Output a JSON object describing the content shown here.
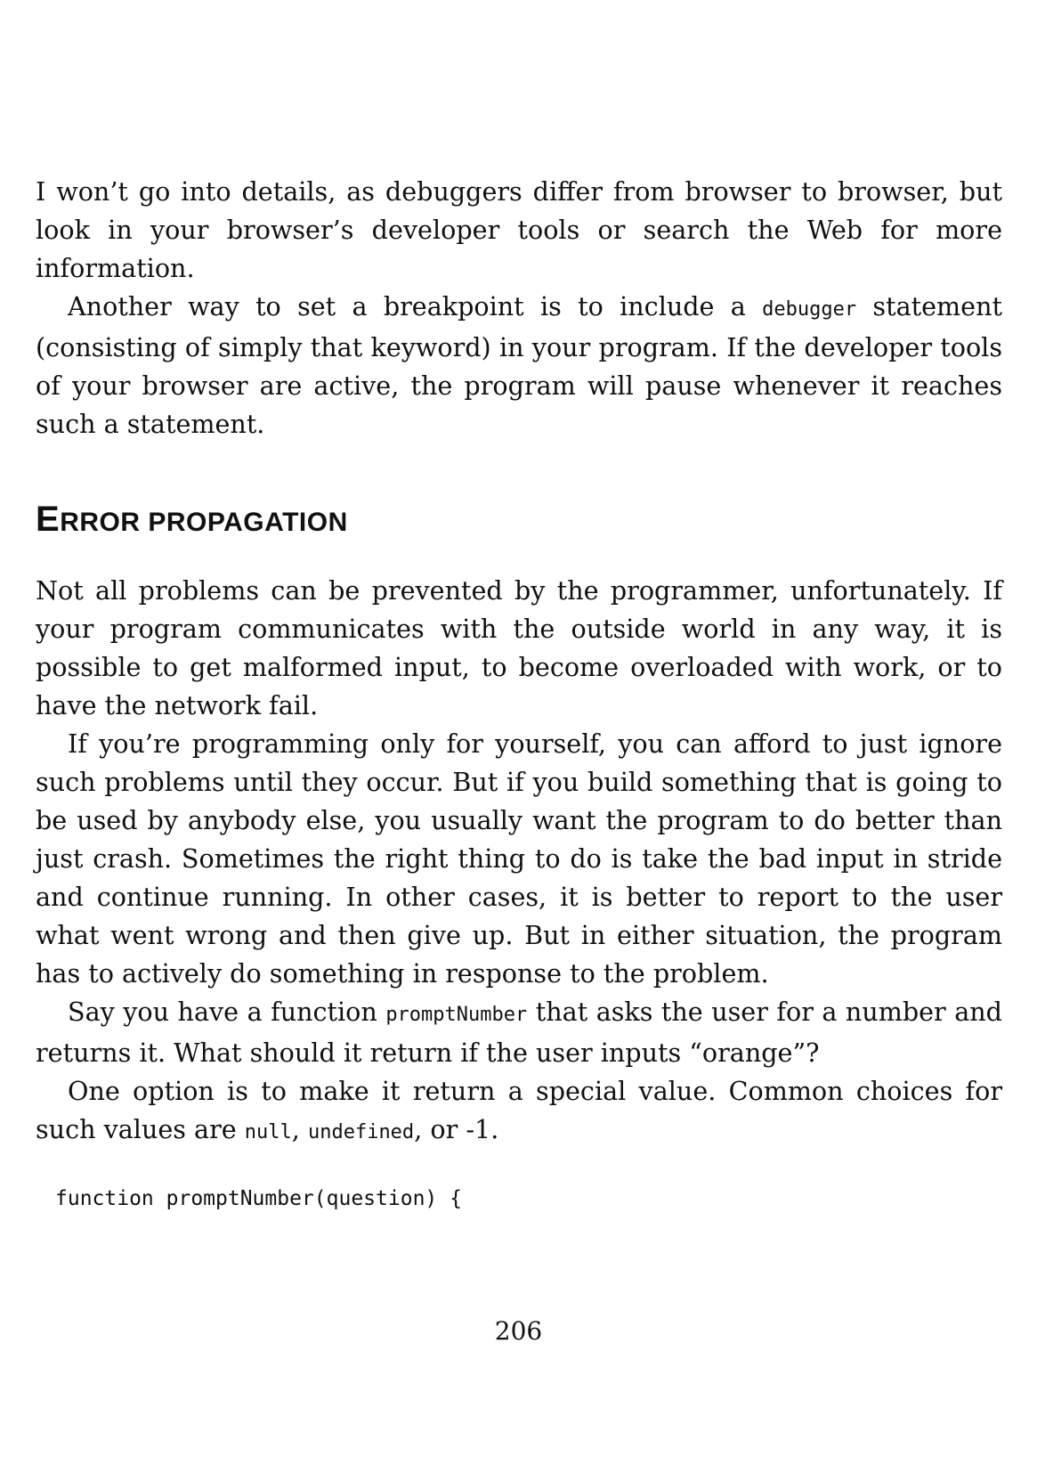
{
  "para1": "I won’t go into details, as debuggers differ from browser to browser, but look in your browser’s developer tools or search the Web for more information.",
  "para2": {
    "before": "Another way to set a breakpoint is to include a ",
    "code": "debugger",
    "after": " statement (consisting of simply that keyword) in your program. If the developer tools of your browser are active, the program will pause whenever it reaches such a statement."
  },
  "heading": {
    "first_letter": "E",
    "rest": "rror propagation"
  },
  "para3": "Not all problems can be prevented by the programmer, unfortunately. If your program communicates with the outside world in any way, it is possible to get malformed input, to become overloaded with work, or to have the network fail.",
  "para4": "If you’re programming only for yourself, you can afford to just ignore such problems until they occur. But if you build something that is going to be used by anybody else, you usually want the program to do better than just crash. Sometimes the right thing to do is take the bad input in stride and continue running. In other cases, it is better to report to the user what went wrong and then give up. But in either situation, the program has to actively do something in response to the problem.",
  "para5": {
    "before": "Say you have a function ",
    "code": "promptNumber",
    "after": " that asks the user for a number and returns it. What should it return if the user inputs “orange”?"
  },
  "para6": {
    "before": "One option is to make it return a special value. Common choices for such values are ",
    "code1": "null",
    "sep1": ", ",
    "code2": "undefined",
    "after": ", or -1."
  },
  "code_line": "function promptNumber(question) {",
  "page_number": "206"
}
